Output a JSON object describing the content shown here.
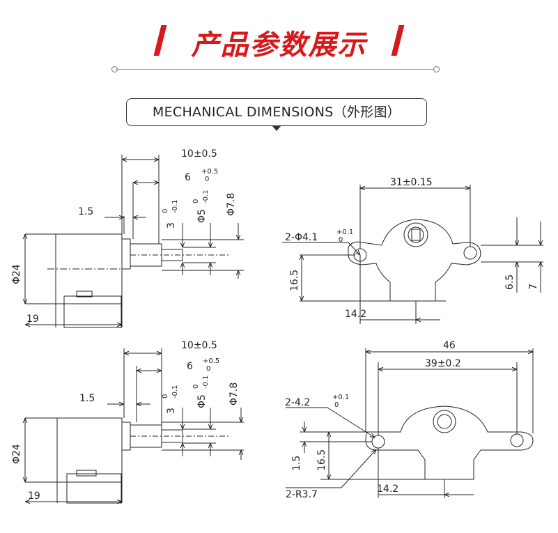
{
  "header": {
    "title": "产品参数展示",
    "subtitle": "MECHANICAL DIMENSIONS（外形图）",
    "accent_color": "#d7191c"
  },
  "drawings": {
    "side_top": {
      "length": "10±0.5",
      "shaft_flat": "6",
      "shaft_flat_tol_upper": "+0.5",
      "shaft_flat_tol_lower": "0",
      "step": "1.5",
      "flat_dia": "3",
      "flat_dia_tol_upper": "0",
      "flat_dia_tol_lower": "-0.1",
      "shaft_dia": "Φ5",
      "shaft_dia_tol_upper": "0",
      "shaft_dia_tol_lower": "-0.1",
      "boss_dia": "Φ7.8",
      "body_dia": "Φ24",
      "body_depth": "19"
    },
    "front_top": {
      "centers": "31±0.15",
      "holes": "2-Φ4.1",
      "holes_tol_upper": "+0.1",
      "holes_tol_lower": "0",
      "height": "16.5",
      "offset": "14.2",
      "dim_a": "6.5",
      "dim_b": "7"
    },
    "side_bottom": {
      "length": "10±0.5",
      "shaft_flat": "6",
      "shaft_flat_tol_upper": "+0.5",
      "shaft_flat_tol_lower": "0",
      "step": "1.5",
      "flat_dia": "3",
      "flat_dia_tol_upper": "0",
      "flat_dia_tol_lower": "-0.1",
      "shaft_dia": "Φ5",
      "shaft_dia_tol_upper": "0",
      "shaft_dia_tol_lower": "-0.1",
      "boss_dia": "Φ7.8",
      "body_dia": "Φ24",
      "body_depth": "19"
    },
    "front_bottom": {
      "overall": "46",
      "centers": "39±0.2",
      "holes": "2-4.2",
      "holes_tol_upper": "+0.1",
      "holes_tol_lower": "0",
      "dim_a": "1.5",
      "height": "16.5",
      "radius": "2-R3.7",
      "offset": "14.2"
    }
  }
}
